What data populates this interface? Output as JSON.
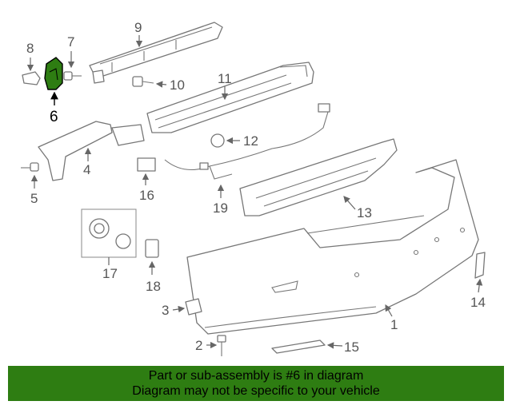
{
  "callouts": {
    "n1": "1",
    "n2": "2",
    "n3": "3",
    "n4": "4",
    "n5": "5",
    "n6": "6",
    "n7": "7",
    "n8": "8",
    "n9": "9",
    "n10": "10",
    "n11": "11",
    "n12": "12",
    "n13": "13",
    "n14": "14",
    "n15": "15",
    "n16": "16",
    "n17": "17",
    "n18": "18",
    "n19": "19"
  },
  "highlight": {
    "part": "6",
    "color": "#2e7d12"
  },
  "banner": {
    "line1": "Part or sub-assembly is #6 in diagram",
    "line2": "Diagram may not be specific to your vehicle"
  }
}
